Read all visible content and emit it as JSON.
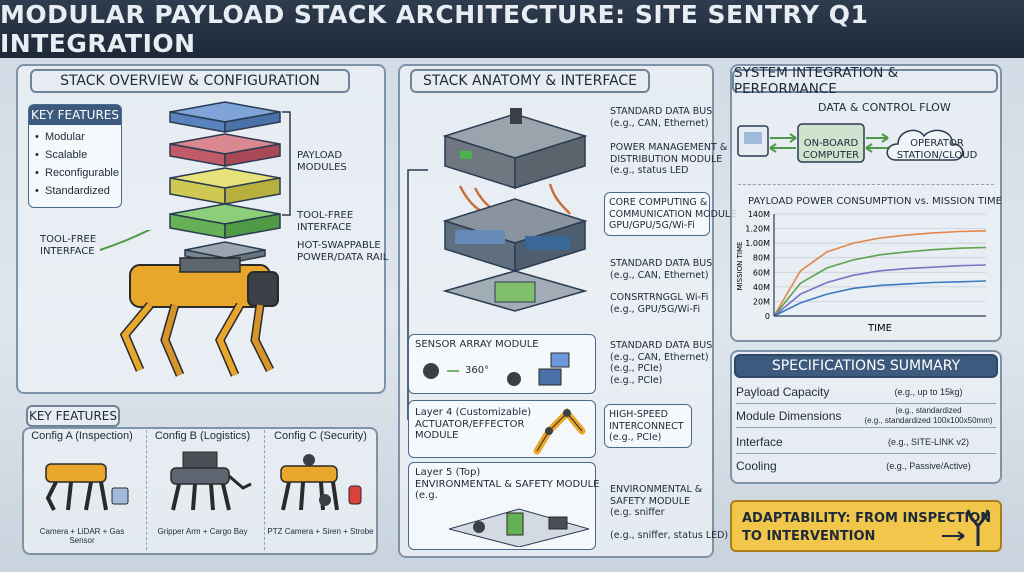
{
  "title": "MODULAR PAYLOAD STACK ARCHITECTURE: SITE SENTRY Q1 INTEGRATION",
  "left": {
    "header": "STACK OVERVIEW & CONFIGURATION",
    "features_title": "KEY FEATURES",
    "features": [
      "Modular",
      "Scalable",
      "Reconfigurable",
      "Standardized"
    ],
    "labels": {
      "payload_modules": "PAYLOAD\nMODULES",
      "tool_free_right": "TOOL-FREE\nINTERFACE",
      "hot_swappable": "HOT-SWAPPABLE\nPOWER/DATA RAIL",
      "tool_free_left": "TOOL-FREE\nINTERFACE"
    },
    "configs_title": "KEY FEATURES",
    "configs": [
      {
        "name": "Config A (Inspection)",
        "caption": "Camera + LiDAR + Gas Sensor"
      },
      {
        "name": "Config B (Logistics)",
        "caption": "Gripper Arm + Cargo Bay"
      },
      {
        "name": "Config C (Security)",
        "caption": "PTZ Camera + Siren + Strobe"
      }
    ]
  },
  "middle": {
    "header": "STACK ANATOMY & INTERFACE",
    "callouts": {
      "bus1": "STANDARD DATA BUS\n(e.g., CAN, Ethernet)",
      "power": "POWER MANAGEMENT &\nDISTRIBUTION MODULE\n(e.g., status LED",
      "core": "CORE COMPUTING &\nCOMMUNICATION MODULE\nGPU/GPU/5G/Wi-Fi",
      "bus2": "STANDARD DATA BUS\n(e.g., CAN, Ethernet)",
      "garbled": "CONSRTRNGGL Wi-Fi\n(e.g., GPU/5G/Wi-Fi",
      "bus3": "STANDARD DATA BUS\n(e.g., CAN, Ethernet)\n(e.g., PCIe)\n(e.g., PCIe)",
      "highspeed": "HIGH-SPEED\nINTERCONNECT\n(e.g., PCIe)",
      "env": "ENVIRONMENTAL &\nSAFETY MODULE\n(e.g. sniffer\n\n(e.g., sniffer, status LED)"
    },
    "layers": {
      "sensor": "SENSOR ARRAY MODULE",
      "deg": "360°",
      "layer4": "Layer 4 (Customizable)\nACTUATOR/EFFECTOR\nMODULE",
      "layer5": "Layer 5 (Top)\nENVIRONMENTAL & SAFETY MODULE\n(e.g."
    }
  },
  "right": {
    "header": "SYSTEM INTEGRATION & PERFORMANCE",
    "flow_title": "DATA & CONTROL FLOW",
    "onboard": "ON-BOARD\nCOMPUTER",
    "operator": "OPERATOR\nSTATION/CLOUD",
    "chart_data": {
      "type": "line",
      "title": "PAYLOAD POWER CONSUMPTION vs. MISSION TIME",
      "xlabel": "TIME",
      "ylabel": "MISSION TIME",
      "y_tick_labels": [
        "0",
        "20M",
        "40M",
        "60M",
        "80M",
        "1.00M",
        "1.20M",
        "140M"
      ],
      "series": [
        {
          "color": "#e3874a",
          "values": [
            0,
            62,
            88,
            100,
            107,
            111,
            114,
            116,
            117
          ]
        },
        {
          "color": "#5fa24f",
          "values": [
            0,
            45,
            66,
            77,
            84,
            88,
            91,
            93,
            94
          ]
        },
        {
          "color": "#7b74c4",
          "values": [
            0,
            30,
            46,
            56,
            62,
            65,
            67,
            69,
            70
          ]
        },
        {
          "color": "#3f78c2",
          "values": [
            0,
            18,
            30,
            38,
            42,
            44,
            46,
            47,
            48
          ]
        }
      ],
      "ylim": [
        0,
        140
      ]
    },
    "specs_title": "SPECIFICATIONS SUMMARY",
    "specs": [
      {
        "k": "Payload Capacity",
        "v": "(e.g., up to 15kg)"
      },
      {
        "k": "Module Dimensions",
        "v": "(e.g., standardized\n(e.g., standardized 100x100x50mm)"
      },
      {
        "k": "Interface",
        "v": "(e.g., SITE-LINK v2)"
      },
      {
        "k": "Cooling",
        "v": "(e.g., Passive/Active)"
      }
    ],
    "adapt": "ADAPTABILITY: FROM INSPECTION\nTO INTERVENTION"
  }
}
